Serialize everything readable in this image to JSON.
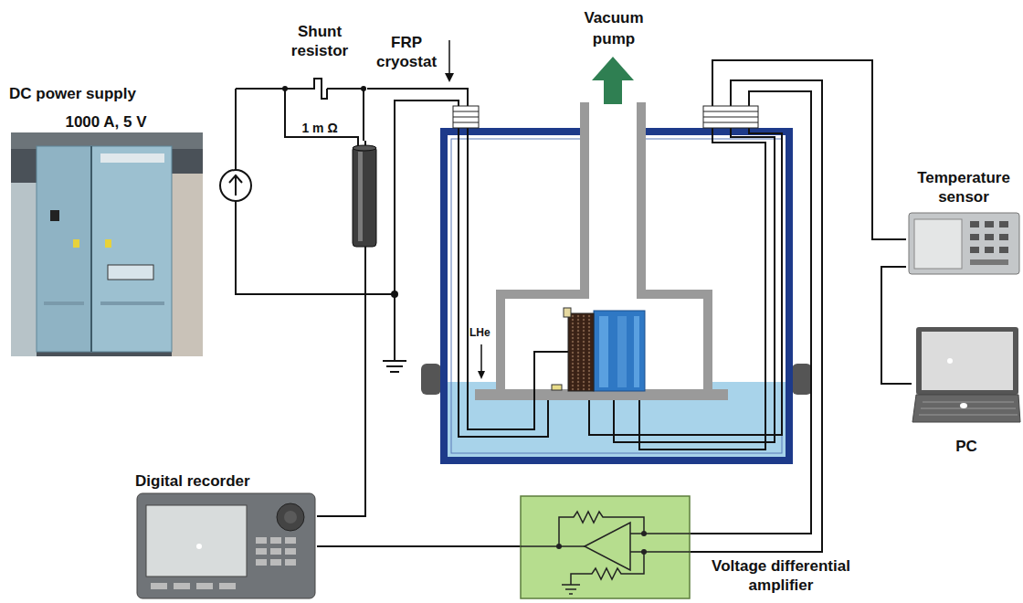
{
  "diagram": {
    "nodes": [
      {
        "text": [
          "DC power supply",
          "1000 A, 5 V"
        ]
      },
      {
        "text": [
          "Shunt resistor",
          "1 m Ω"
        ]
      },
      {
        "text": [
          "FRP cryostat"
        ]
      },
      {
        "text": [
          "Temperature sensor"
        ]
      },
      {
        "text": [
          "PC"
        ]
      },
      {
        "text": [
          "Digital recorder"
        ]
      },
      {
        "text": [
          "Voltage differential amplifier"
        ]
      }
    ],
    "edges": [
      {
        "from": 1,
        "to": 5,
        "arrow": "none"
      },
      {
        "from": 1,
        "to": 2,
        "arrow": "none"
      },
      {
        "from": 2,
        "to": 3,
        "arrow": "none"
      },
      {
        "from": 3,
        "to": 4,
        "arrow": "none"
      },
      {
        "from": 2,
        "to": 6,
        "arrow": "none"
      },
      {
        "from": 6,
        "to": 5,
        "arrow": "none"
      }
    ],
    "labels": [
      "Vacuum pump",
      "LHe"
    ]
  }
}
